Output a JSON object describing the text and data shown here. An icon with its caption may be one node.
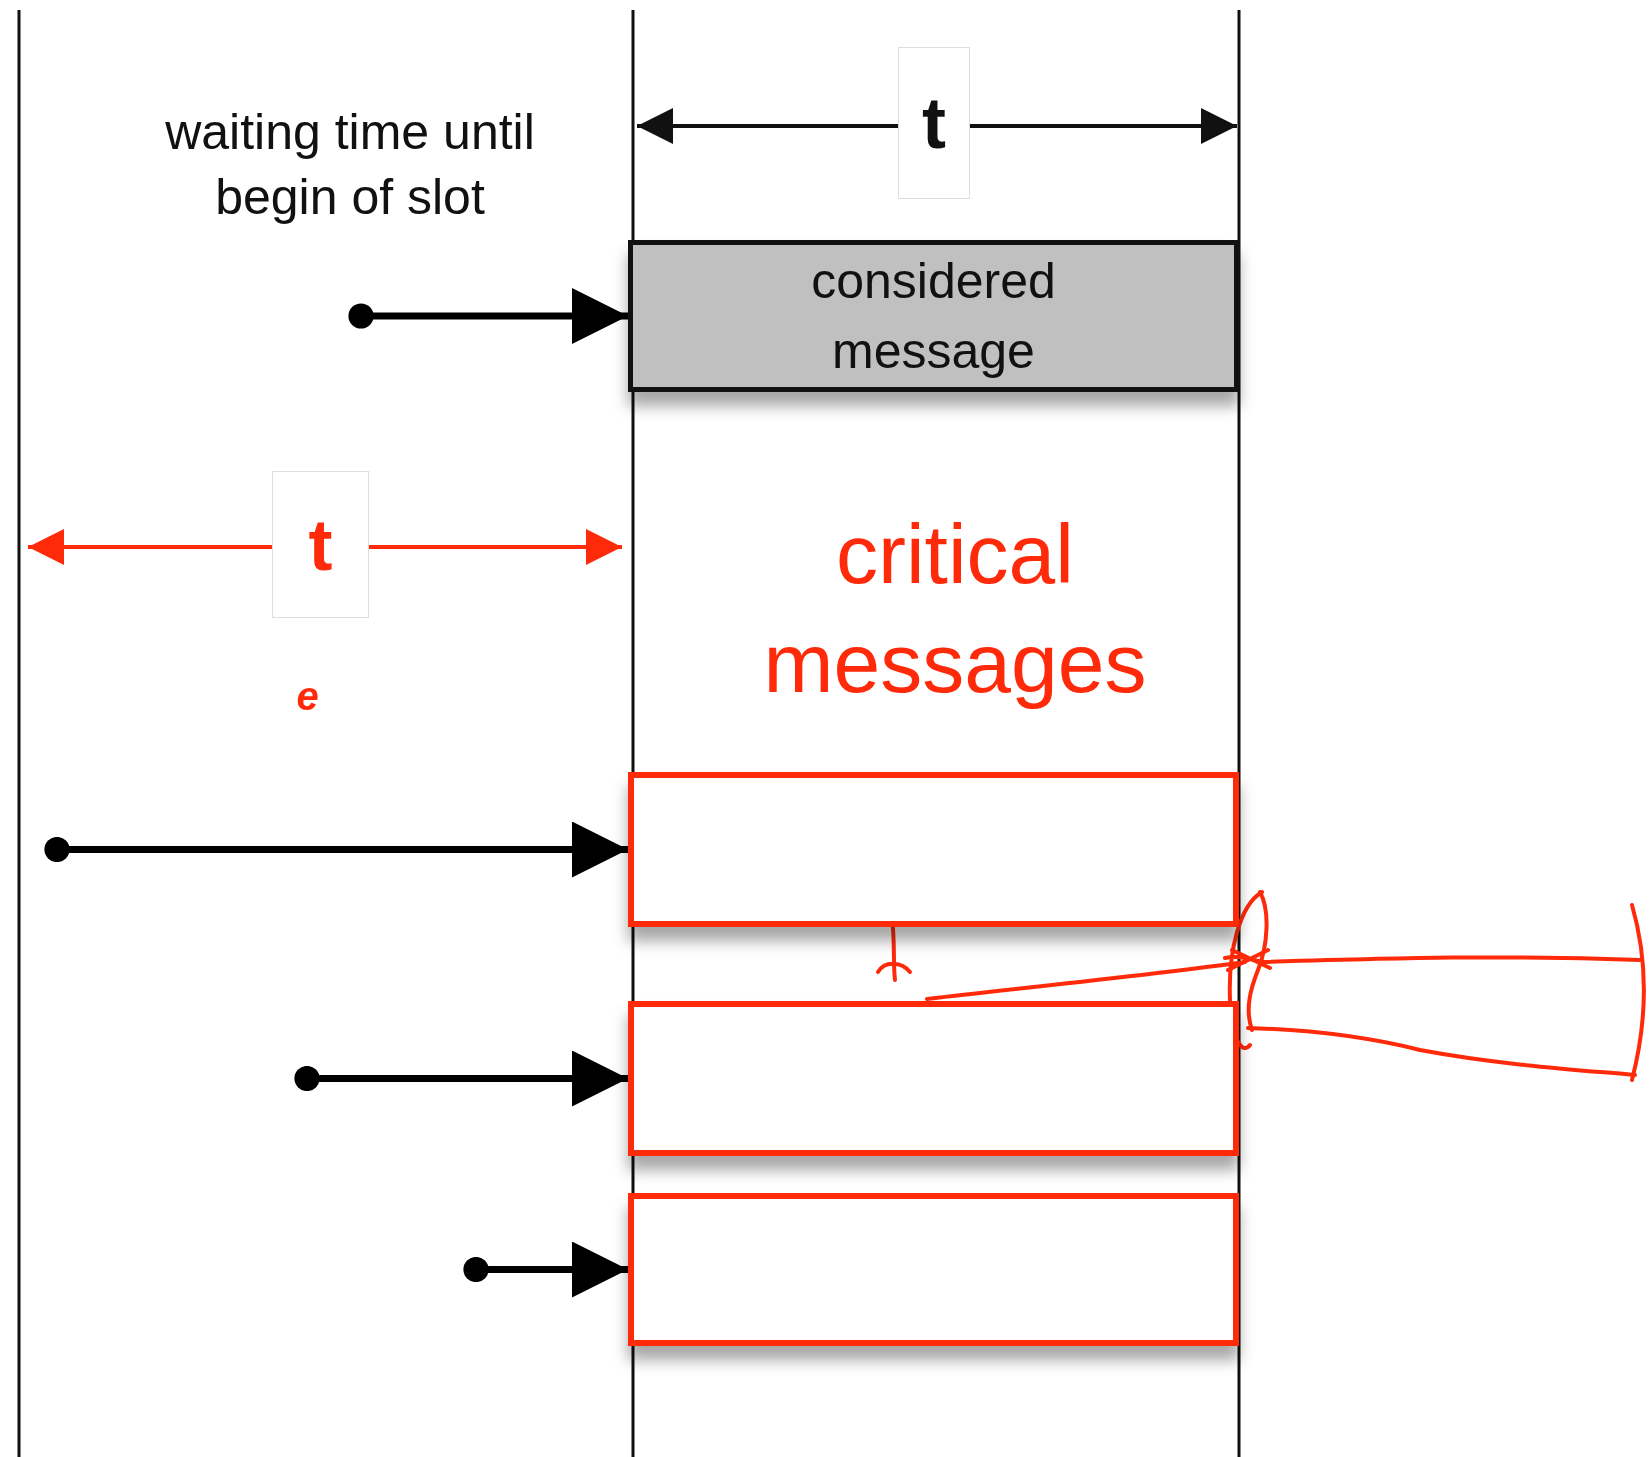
{
  "diagram": {
    "nodes": [
      {
        "text": [
          "considered message"
        ]
      },
      {
        "text": [],
        "shape": "box"
      },
      {
        "text": [],
        "shape": "box"
      },
      {
        "text": [],
        "shape": "box"
      }
    ],
    "edges": [
      {
        "from": null,
        "to": 0,
        "arrow": "to"
      },
      {
        "from": null,
        "to": 1,
        "arrow": "to"
      },
      {
        "from": null,
        "to": 2,
        "arrow": "to"
      },
      {
        "from": null,
        "to": 3,
        "arrow": "to"
      }
    ],
    "labels": [
      "waiting time until begin of slot",
      "t",
      "t",
      "critical messages",
      "e"
    ]
  }
}
